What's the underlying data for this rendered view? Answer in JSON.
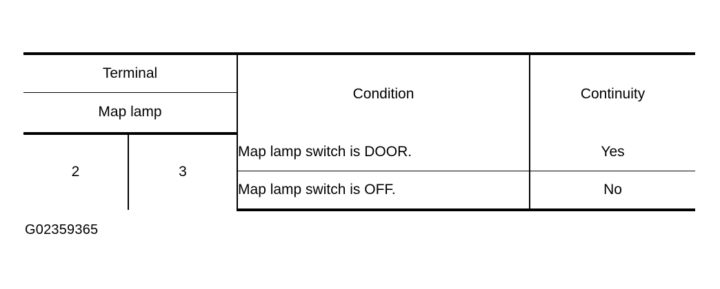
{
  "figure": {
    "caption": "G02359365"
  },
  "table": {
    "header": {
      "terminal_group_label": "Terminal",
      "terminal_sub_label": "Map lamp",
      "condition_label": "Condition",
      "continuity_label": "Continuity"
    },
    "terminals": {
      "a": "2",
      "b": "3"
    },
    "rows": [
      {
        "condition": "Map lamp switch is DOOR.",
        "continuity": "Yes"
      },
      {
        "condition": "Map lamp switch is OFF.",
        "continuity": "No"
      }
    ]
  },
  "colors": {
    "background": "#ffffff",
    "ink": "#000000"
  }
}
